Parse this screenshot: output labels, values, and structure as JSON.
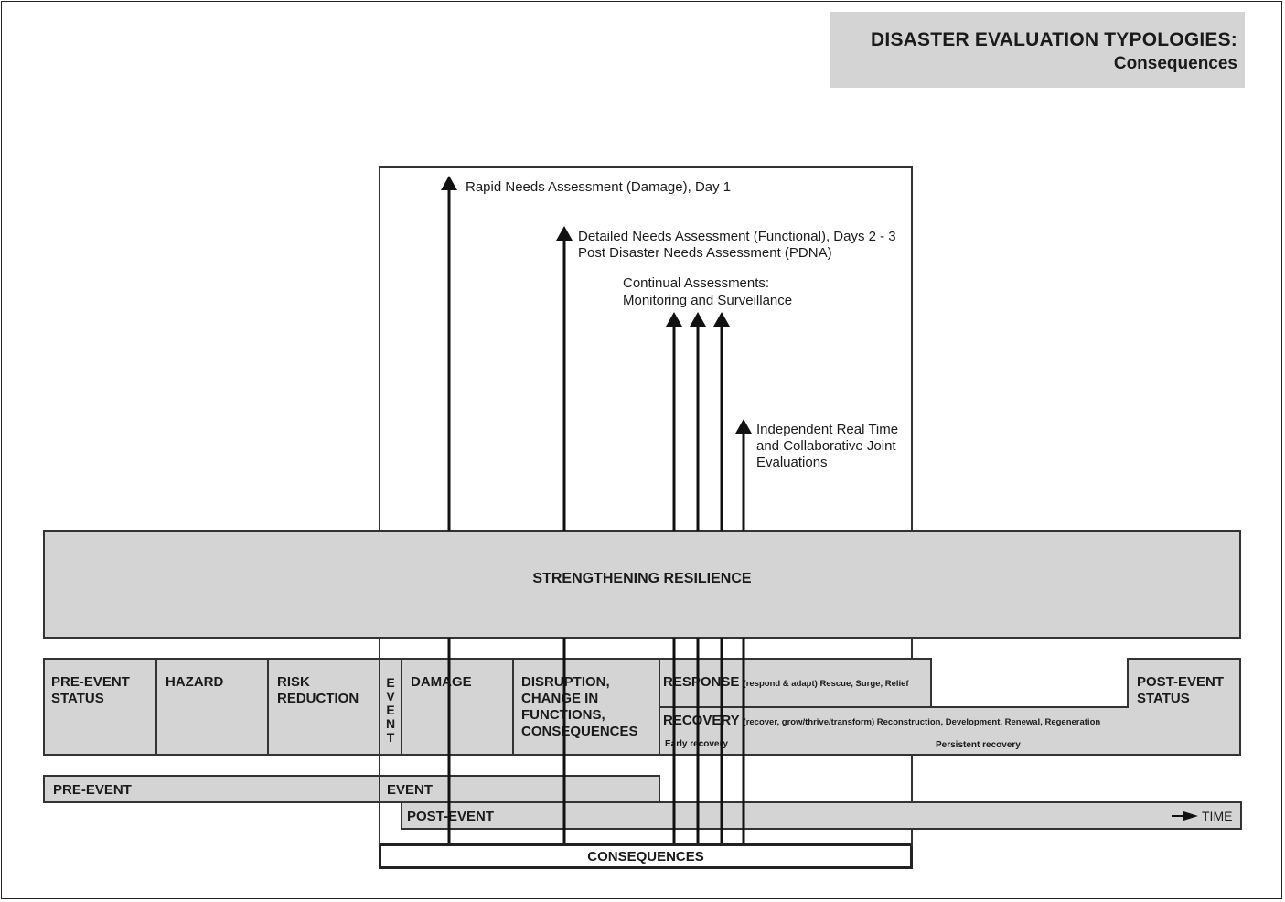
{
  "title": {
    "main": "DISASTER EVALUATION TYPOLOGIES:",
    "sub": "Consequences"
  },
  "assessments": {
    "rapid": "Rapid Needs Assessment (Damage), Day 1",
    "detailed_line1": "Detailed Needs Assessment (Functional), Days 2 - 3",
    "detailed_line2": "Post Disaster Needs Assessment (PDNA)",
    "continual_line1": "Continual Assessments:",
    "continual_line2": "Monitoring and Surveillance",
    "independent_line1": "Independent Real Time",
    "independent_line2": "and Collaborative Joint",
    "independent_line3": "Evaluations"
  },
  "resilience": "STRENGTHENING RESILIENCE",
  "stages": {
    "pre_event_status_1": "PRE-EVENT",
    "pre_event_status_2": "STATUS",
    "hazard": "HAZARD",
    "risk_reduction_1": "RISK",
    "risk_reduction_2": "REDUCTION",
    "event_letters": [
      "E",
      "V",
      "E",
      "N",
      "T"
    ],
    "damage": "DAMAGE",
    "disruption_1": "DISRUPTION,",
    "disruption_2": "CHANGE IN",
    "disruption_3": "FUNCTIONS,",
    "disruption_4": "CONSEQUENCES",
    "response": "RESPONSE",
    "response_detail": "(respond & adapt) Rescue, Surge, Relief",
    "recovery": "RECOVERY",
    "recovery_detail": "(recover, grow/thrive/transform) Reconstruction, Development, Renewal, Regeneration",
    "early_recovery": "Early recovery",
    "persistent_recovery": "Persistent recovery",
    "post_event_status_1": "POST-EVENT",
    "post_event_status_2": "STATUS"
  },
  "phases": {
    "pre_event": "PRE-EVENT",
    "event": "EVENT",
    "post_event": "POST-EVENT",
    "time": "TIME"
  },
  "consequences": "CONSEQUENCES"
}
